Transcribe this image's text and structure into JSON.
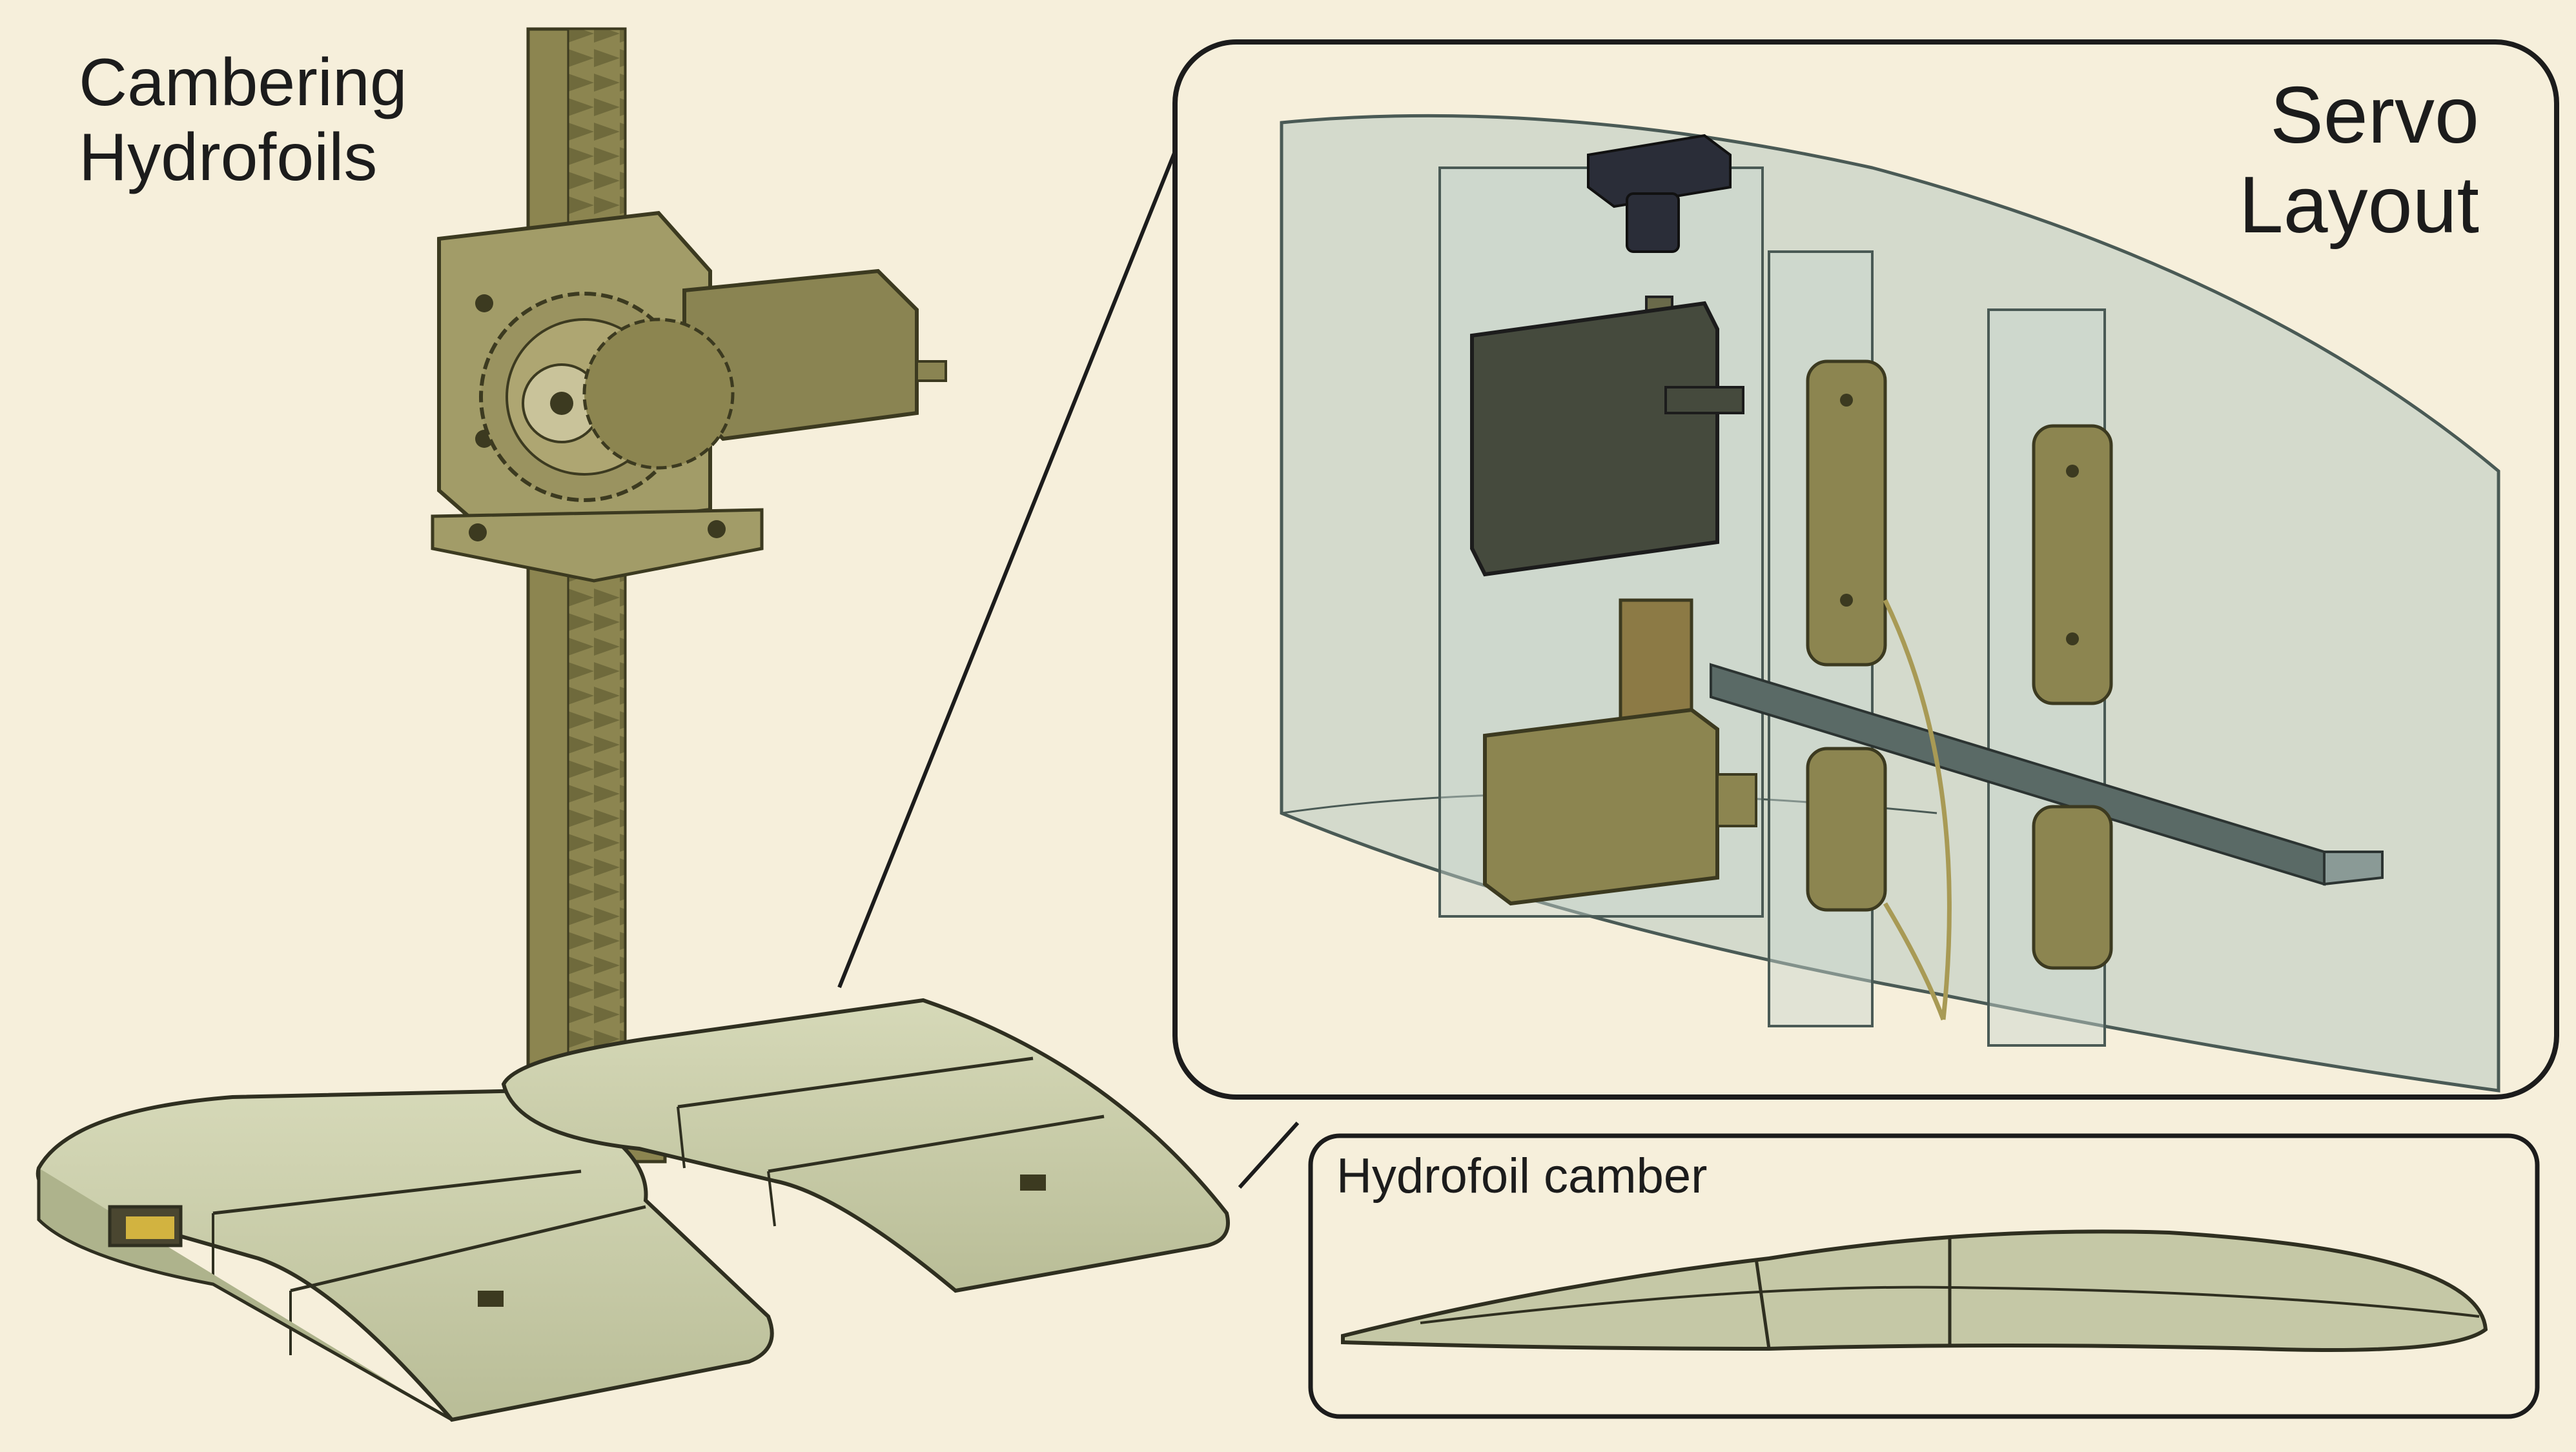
{
  "titles": {
    "main": "Cambering\nHydrofoils",
    "servo": "Servo\nLayout",
    "camber": "Hydrofoil camber"
  },
  "colors": {
    "background": "#f6efdb",
    "hydrofoil": "#c9ccaa",
    "mechanism_olive": "#8c8550",
    "frame": "#1c1c1c",
    "translucent_shell": "#b8c8c0"
  },
  "icons": [
    "rack-and-pinion-mechanism",
    "servo-motor",
    "hydrofoil-segment",
    "servo-horn",
    "hinge-block",
    "control-rod"
  ]
}
